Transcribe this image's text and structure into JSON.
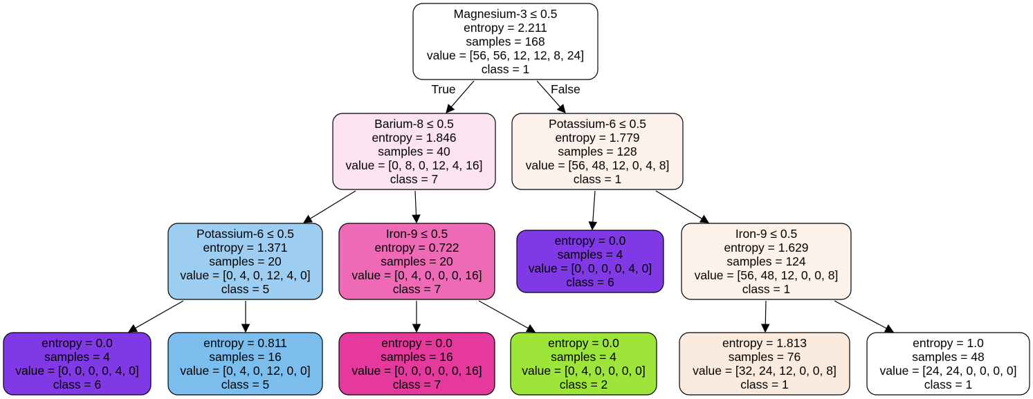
{
  "nodes": [
    {
      "id": "n0",
      "lines": [
        "Magnesium-3 ≤ 0.5",
        "entropy = 2.211",
        "samples = 168",
        "value = [56, 56, 12, 12, 8, 24]",
        "class = 1"
      ],
      "fill": "#ffffff"
    },
    {
      "id": "n1",
      "lines": [
        "Barium-8 ≤ 0.5",
        "entropy = 1.846",
        "samples = 40",
        "value = [0, 8, 0, 12, 4, 16]",
        "class = 7"
      ],
      "fill": "#fbe3f1"
    },
    {
      "id": "n2",
      "lines": [
        "Potassium-6 ≤ 0.5",
        "entropy = 1.779",
        "samples = 128",
        "value = [56, 48, 12, 0, 4, 8]",
        "class = 1"
      ],
      "fill": "#fcf1eb"
    },
    {
      "id": "n3",
      "lines": [
        "Potassium-6 ≤ 0.5",
        "entropy = 1.371",
        "samples = 20",
        "value = [0, 4, 0, 12, 4, 0]",
        "class = 5"
      ],
      "fill": "#9dcef2"
    },
    {
      "id": "n4",
      "lines": [
        "Iron-9 ≤ 0.5",
        "entropy = 0.722",
        "samples = 20",
        "value = [0, 4, 0, 0, 0, 16]",
        "class = 7"
      ],
      "fill": "#ee6ab6"
    },
    {
      "id": "n5",
      "lines": [
        "entropy = 0.0",
        "samples = 4",
        "value = [0, 0, 0, 0, 4, 0]",
        "class = 6"
      ],
      "fill": "#8139e5"
    },
    {
      "id": "n6",
      "lines": [
        "Iron-9 ≤ 0.5",
        "entropy = 1.629",
        "samples = 124",
        "value = [56, 48, 12, 0, 0, 8]",
        "class = 1"
      ],
      "fill": "#fcf2ea"
    },
    {
      "id": "n7",
      "lines": [
        "entropy = 0.0",
        "samples = 4",
        "value = [0, 0, 0, 0, 4, 0]",
        "class = 6"
      ],
      "fill": "#8139e5"
    },
    {
      "id": "n8",
      "lines": [
        "entropy = 0.811",
        "samples = 16",
        "value = [0, 4, 0, 12, 0, 0]",
        "class = 5"
      ],
      "fill": "#7bbeee"
    },
    {
      "id": "n9",
      "lines": [
        "entropy = 0.0",
        "samples = 16",
        "value = [0, 0, 0, 0, 0, 16]",
        "class = 7"
      ],
      "fill": "#e5399d"
    },
    {
      "id": "n10",
      "lines": [
        "entropy = 0.0",
        "samples = 4",
        "value = [0, 4, 0, 0, 0, 0]",
        "class = 2"
      ],
      "fill": "#9de539"
    },
    {
      "id": "n11",
      "lines": [
        "entropy = 1.813",
        "samples = 76",
        "value = [32, 24, 12, 0, 0, 8]",
        "class = 1"
      ],
      "fill": "#fbebdf"
    },
    {
      "id": "n12",
      "lines": [
        "entropy = 1.0",
        "samples = 48",
        "value = [24, 24, 0, 0, 0, 0]",
        "class = 1"
      ],
      "fill": "#ffffff"
    }
  ],
  "edges": [
    {
      "from": "n0",
      "to": "n1",
      "label": "True"
    },
    {
      "from": "n0",
      "to": "n2",
      "label": "False"
    },
    {
      "from": "n1",
      "to": "n3",
      "label": ""
    },
    {
      "from": "n1",
      "to": "n4",
      "label": ""
    },
    {
      "from": "n2",
      "to": "n5",
      "label": ""
    },
    {
      "from": "n2",
      "to": "n6",
      "label": ""
    },
    {
      "from": "n3",
      "to": "n7",
      "label": ""
    },
    {
      "from": "n3",
      "to": "n8",
      "label": ""
    },
    {
      "from": "n4",
      "to": "n9",
      "label": ""
    },
    {
      "from": "n4",
      "to": "n10",
      "label": ""
    },
    {
      "from": "n6",
      "to": "n11",
      "label": ""
    },
    {
      "from": "n6",
      "to": "n12",
      "label": ""
    }
  ]
}
